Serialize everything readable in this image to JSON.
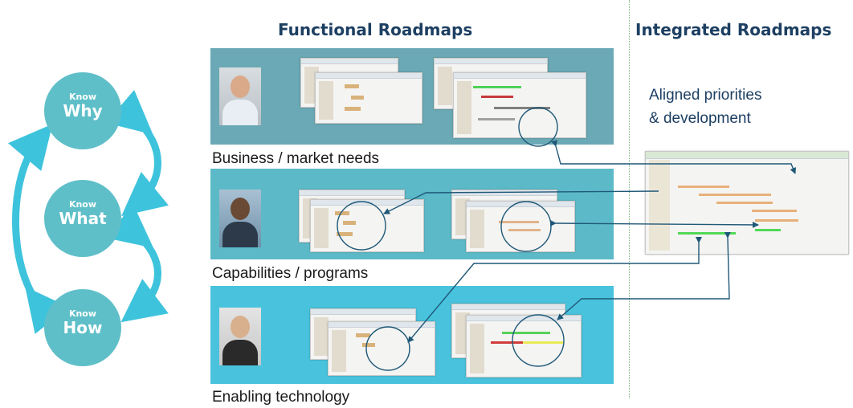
{
  "headings": {
    "functional": "Functional Roadmaps",
    "integrated": "Integrated Roadmaps"
  },
  "cycle": [
    {
      "small": "Know",
      "big": "Why"
    },
    {
      "small": "Know",
      "big": "What"
    },
    {
      "small": "Know",
      "big": "How"
    }
  ],
  "lanes": [
    {
      "caption": "Business / market needs"
    },
    {
      "caption": "Capabilities / programs"
    },
    {
      "caption": "Enabling technology"
    }
  ],
  "integrated_note": {
    "line1": "Aligned priorities",
    "line2": "& development"
  },
  "colors": {
    "heading": "#1d3f62",
    "cycle_circle": "#5fbfc9",
    "cycle_arrow": "#3ec3dc",
    "lane_business": "#6aa9b5",
    "lane_capabilities": "#5cbac8",
    "lane_technology": "#49c3dd",
    "connector": "#1f5878",
    "divider": "#7fb37f"
  }
}
